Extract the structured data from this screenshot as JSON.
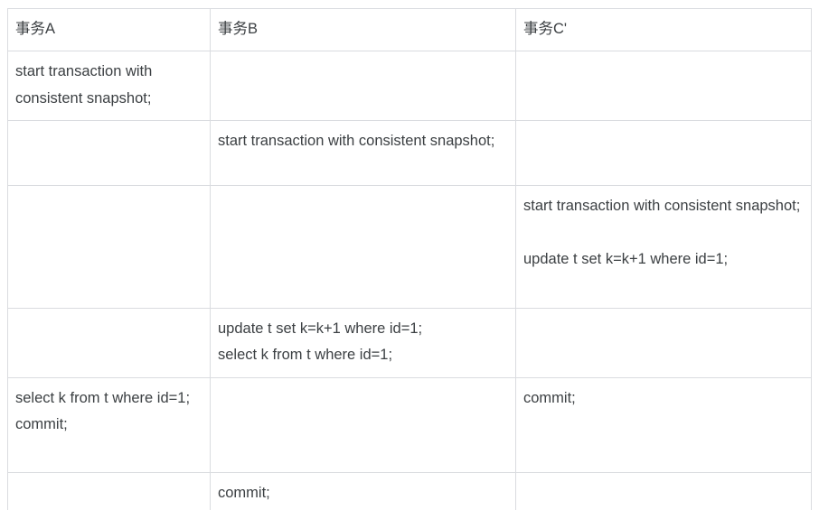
{
  "table": {
    "columns": [
      {
        "key": "a",
        "header": "事务A"
      },
      {
        "key": "b",
        "header": "事务B"
      },
      {
        "key": "c",
        "header": "事务C'"
      }
    ],
    "rows": [
      {
        "a": "start transaction with consistent snapshot;",
        "b": "",
        "c": ""
      },
      {
        "a": "",
        "b": "start transaction with consistent snapshot;",
        "c": ""
      },
      {
        "a": "",
        "b": "",
        "c": "start transaction with consistent snapshot;\n\nupdate t set k=k+1 where id=1;"
      },
      {
        "a": "",
        "b": "update t set k=k+1 where id=1;\nselect k from t where id=1;",
        "c": ""
      },
      {
        "a": "select k from t where id=1;\ncommit;",
        "b": "",
        "c": "commit;"
      },
      {
        "a": "",
        "b": "commit;",
        "c": ""
      }
    ]
  },
  "style": {
    "text_color": "#3c4043",
    "border_color": "#dadce0",
    "background": "#ffffff"
  }
}
